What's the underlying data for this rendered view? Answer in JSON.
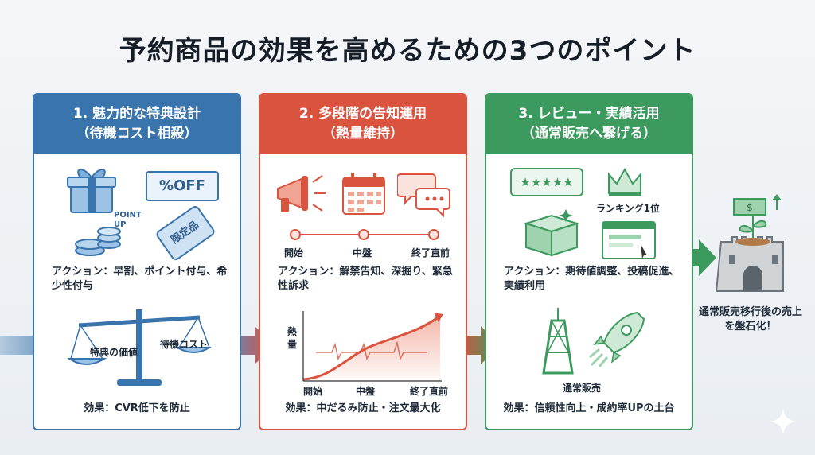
{
  "title": "予約商品の効果を高めるための3つのポイント",
  "cards": [
    {
      "heading_line1": "1. 魅力的な特典設計",
      "heading_line2": "（待機コスト相殺）",
      "badge_off": "%OFF",
      "point_up": "POINT\nUP",
      "tag": "限定品",
      "action": "アクション：早割、ポイント付与、希少性付与",
      "scale_left": "特典の価値",
      "scale_right": "待機コスト",
      "effect": "効果：CVR低下を防止",
      "color": "#3a74ad"
    },
    {
      "heading_line1": "2. 多段階の告知運用",
      "heading_line2": "（熱量維持）",
      "timeline": [
        "開始",
        "中盤",
        "終了直前"
      ],
      "action": "アクション：解禁告知、深掘り、緊急性訴求",
      "chart_ylabel": "熱量",
      "chart_x": [
        "開始",
        "中盤",
        "終了直前"
      ],
      "effect": "効果：中だるみ防止・注文最大化",
      "color": "#d9533f"
    },
    {
      "heading_line1": "3. レビュー・実績活用",
      "heading_line2": "（通常販売へ繋げる）",
      "stars": "★★★★★",
      "ranking": "ランキング1位",
      "action": "アクション：期待値調整、投稿促進、実績利用",
      "tower_label": "通常販売",
      "effect": "効果：信頼性向上・成約率UPの土台",
      "color": "#3c9a5e"
    }
  ],
  "result": "通常販売移行後の売上を盤石化！"
}
